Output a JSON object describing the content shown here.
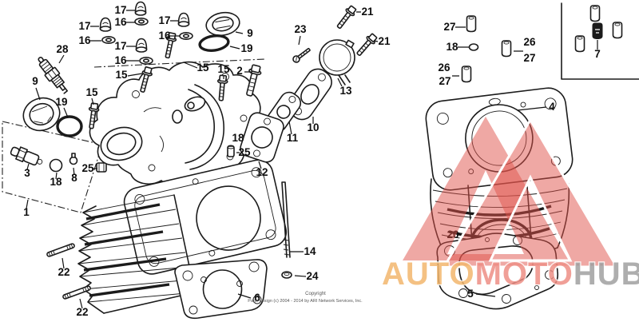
{
  "callouts": [
    "17",
    "16",
    "17",
    "16",
    "17",
    "16",
    "17",
    "16",
    "28",
    "9",
    "19",
    "15",
    "15",
    "9",
    "19",
    "15",
    "15",
    "2",
    "23",
    "21",
    "21",
    "13",
    "10",
    "11",
    "12",
    "18",
    "25",
    "25",
    "3",
    "18",
    "8",
    "1",
    "22",
    "22",
    "14",
    "24",
    "6",
    "27",
    "18",
    "26",
    "27",
    "26",
    "27",
    "7",
    "4",
    "20",
    "5"
  ],
  "watermark": {
    "word_left": "AUTO",
    "word_mid": "MOTO",
    "word_right": "HUB",
    "color_left": "#f2b368",
    "color_mid": "#ed8a80",
    "color_right": "#9c9c9c",
    "triangle_color": "#e0524a"
  },
  "copyright": {
    "line1": "Copyright",
    "line2": "Page design (c) 2004 - 2014 by ARI Network Services, Inc."
  }
}
